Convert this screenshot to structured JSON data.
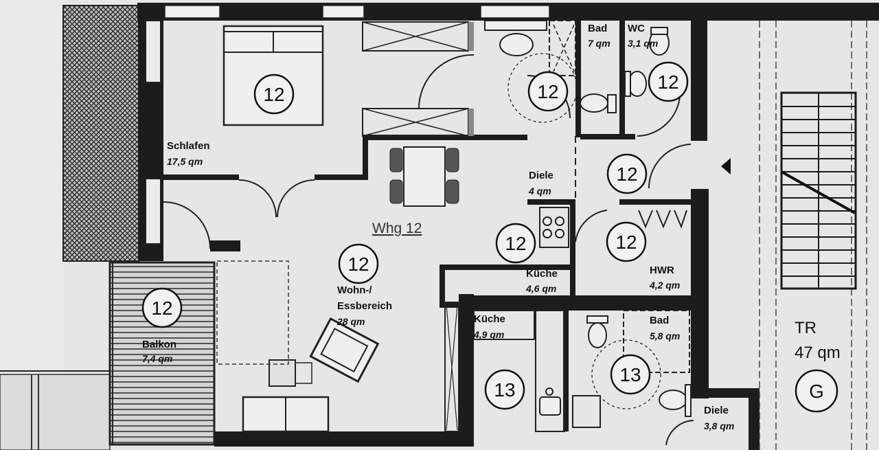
{
  "plan": {
    "apartment_label": "Whg 12",
    "rooms": {
      "schlafen": {
        "name": "Schlafen",
        "area": "17,5 qm"
      },
      "wohnen": {
        "name_line1": "Wohn-/",
        "name_line2": "Essbereich",
        "area": "28 qm"
      },
      "balkon": {
        "name": "Balkon",
        "area": "7,4 qm"
      },
      "diele12": {
        "name": "Diele",
        "area": "4 qm"
      },
      "kueche12": {
        "name": "Küche",
        "area": "4,6 qm"
      },
      "hwr": {
        "name": "HWR",
        "area": "4,2 qm"
      },
      "bad12": {
        "name": "Bad",
        "area": "7 qm"
      },
      "wc12": {
        "name": "WC",
        "area": "3,1 qm"
      },
      "kueche13": {
        "name": "Küche",
        "area": "4,9 qm"
      },
      "bad13": {
        "name": "Bad",
        "area": "5,8 qm"
      },
      "diele13": {
        "name": "Diele",
        "area": "3,8 qm"
      },
      "tr": {
        "name": "TR",
        "area": "47 qm"
      }
    },
    "badges": {
      "schlafen": "12",
      "bad": "12",
      "wc": "12",
      "diele": "12",
      "kueche": "12",
      "hwr": "12",
      "wohnen": "12",
      "balkon": "12",
      "kueche13": "13",
      "bad13": "13",
      "stair": "G"
    }
  }
}
